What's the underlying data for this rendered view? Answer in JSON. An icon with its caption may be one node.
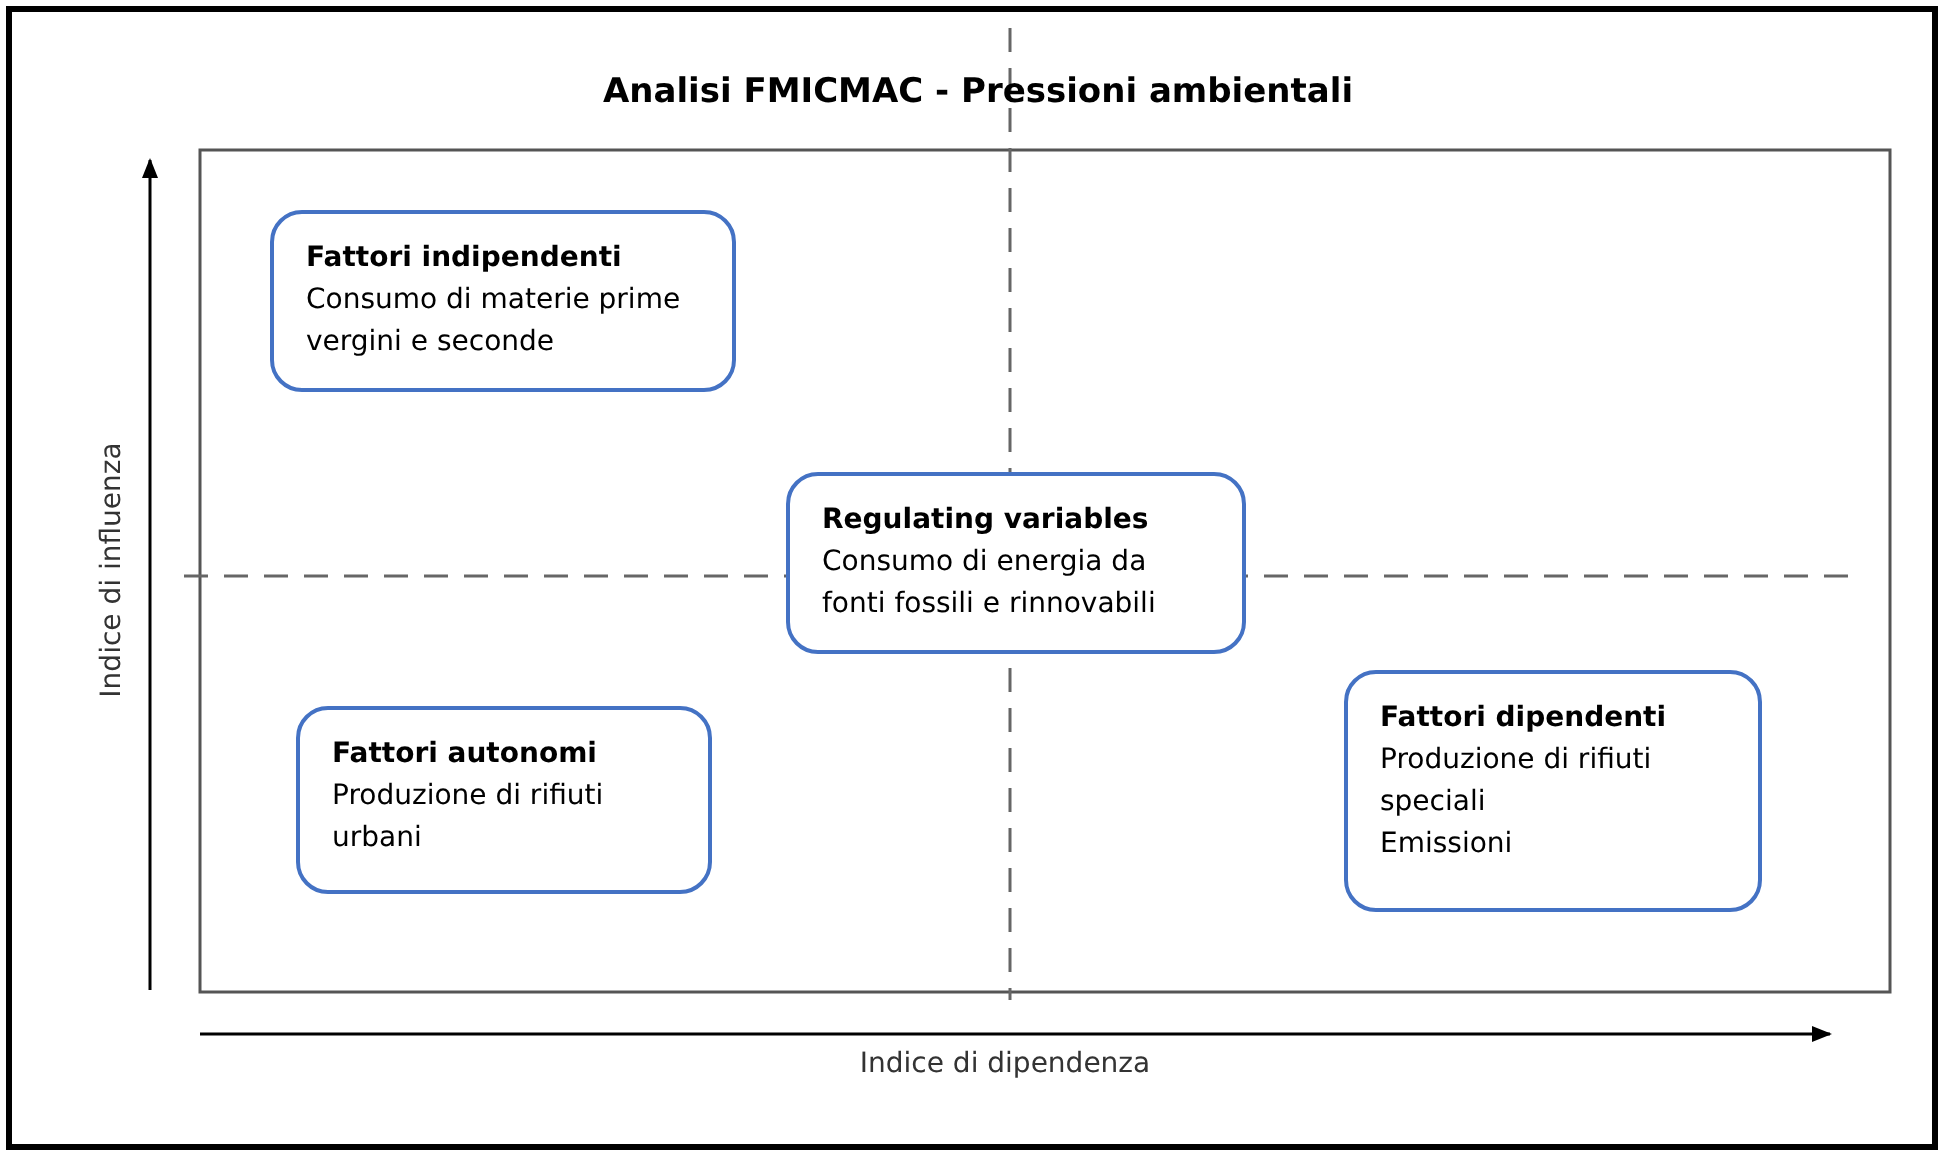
{
  "diagram": {
    "title": "Analisi FMICMAC - Pressioni ambientali",
    "nodes": [
      {
        "text": [
          "Fattori indipendenti",
          "Consumo di materie prime vergini e seconde"
        ]
      },
      {
        "text": [
          "Regulating variables",
          "Consumo di energia da fonti fossili e rinnovabili"
        ]
      },
      {
        "text": [
          "Fattori autonomi",
          "Produzione di rifiuti urbani"
        ]
      },
      {
        "text": [
          "Fattori dipendenti",
          "Produzione di rifiuti speciali",
          "Emissioni"
        ]
      }
    ],
    "edges": [],
    "labels": [
      "Indice di influenza",
      "Indice di dipendenza"
    ]
  }
}
